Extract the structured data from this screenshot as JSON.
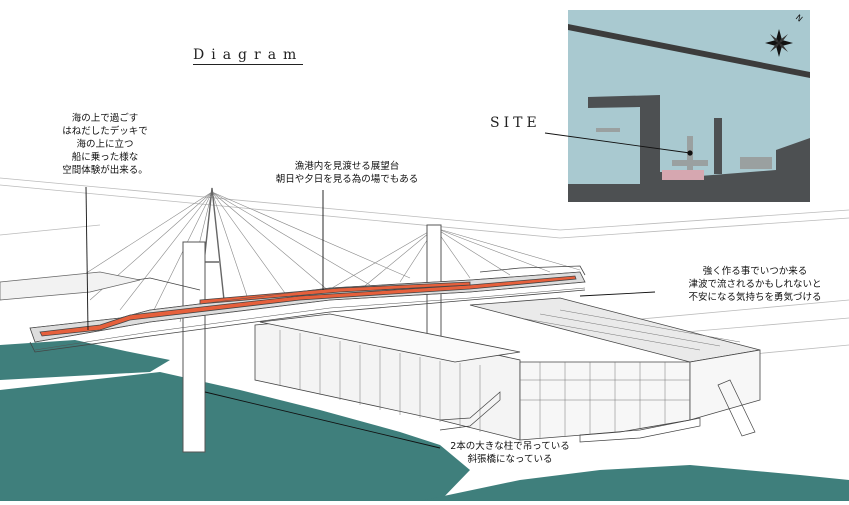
{
  "header": {
    "title": "Diagram",
    "site_label": "SITE"
  },
  "annotations": {
    "deck": [
      "海の上で過ごす",
      "はねだしたデッキで",
      "海の上に立つ",
      "船に乗った様な",
      "空間体験が出来る。"
    ],
    "tower": [
      "漁港内を見渡せる展望台",
      "朝日や夕日を見る為の場でもある"
    ],
    "tsunami": [
      "強く作る事でいつか来る",
      "津波で流されるかもしれないと",
      "不安になる気持ちを勇気づける"
    ],
    "pillars": [
      "2本の大きな柱で吊っている",
      "斜張橋になっている"
    ]
  },
  "map": {
    "compass_label": "N",
    "colors": {
      "sea": "#a9c9d0",
      "land": "#4d5052",
      "site": "#9aa0a0",
      "highlight": "#d6a7b0"
    }
  },
  "colors": {
    "sea": "#3f7f7c",
    "deck_accent": "#e6603c",
    "structure": "#555555"
  }
}
